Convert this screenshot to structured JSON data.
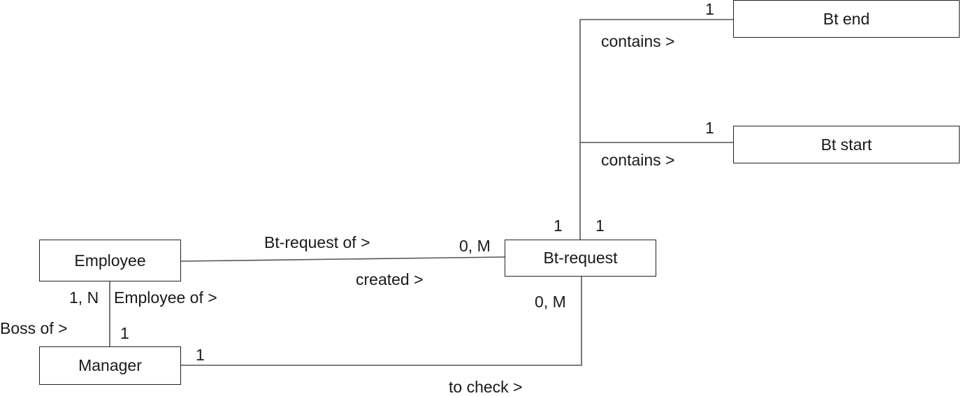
{
  "entities": {
    "employee": "Employee",
    "manager": "Manager",
    "bt_request": "Bt-request",
    "bt_start": "Bt start",
    "bt_end": "Bt end"
  },
  "relationships": {
    "bt_request_of": "Bt-request of >",
    "created": "created >",
    "employee_of": "Employee of >",
    "boss_of": "Boss of >",
    "to_check": "to check >",
    "contains_end": "contains >",
    "contains_start": "contains >"
  },
  "cardinalities": {
    "bt_end_side": "1",
    "bt_start_side": "1",
    "request_top_left": "1",
    "request_top_right": "1",
    "request_employee_side": "0, M",
    "request_manager_side": "0, M",
    "employee_manager_side": "1, N",
    "manager_employee_side": "1",
    "manager_request_side": "1"
  }
}
